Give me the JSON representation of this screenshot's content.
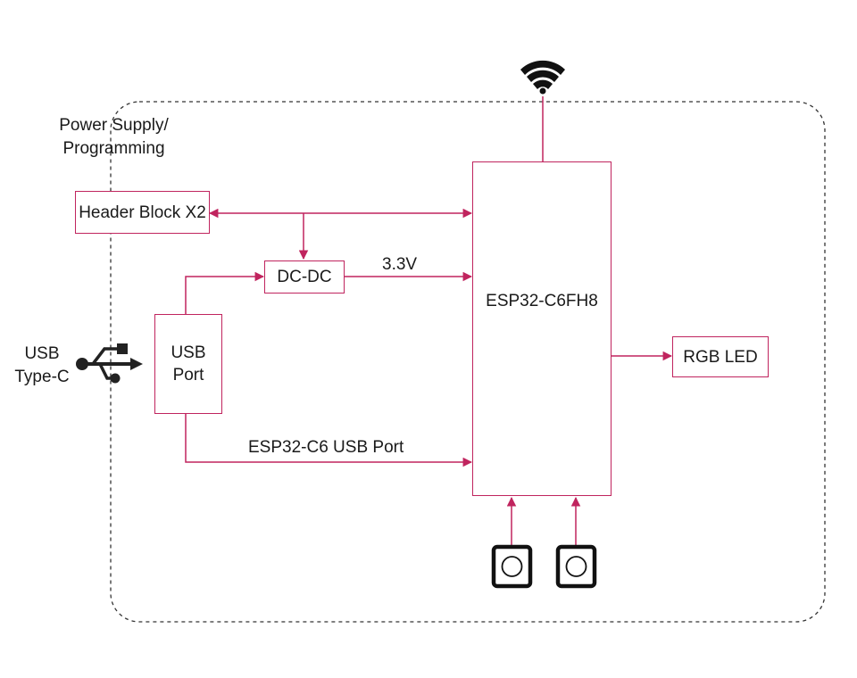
{
  "colors": {
    "accent": "#c0245e",
    "border": "#333333",
    "text": "#1a1a1a"
  },
  "labels": {
    "power_line1": "Power Supply/",
    "power_line2": "Programming",
    "usb_type_c_line1": "USB",
    "usb_type_c_line2": "Type-C",
    "voltage": "3.3V",
    "usb_port_link": "ESP32-C6 USB Port"
  },
  "blocks": {
    "header": "Header Block X2",
    "dcdc": "DC-DC",
    "usb_port_line1": "USB",
    "usb_port_line2": "Port",
    "soc": "ESP32-C6FH8",
    "rgb_led": "RGB LED"
  },
  "icons": [
    "wifi-icon",
    "usb-icon",
    "button-icon",
    "button-icon"
  ]
}
